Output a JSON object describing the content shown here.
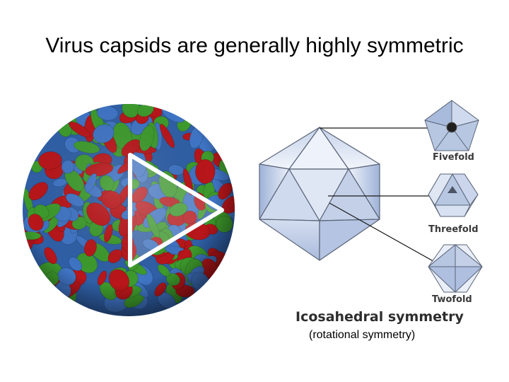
{
  "slide": {
    "title": "Virus capsids are generally highly symmetric"
  },
  "capsid_image": {
    "colors": {
      "green": "#3d9a2c",
      "red": "#b8161a",
      "blue": "#3f74c4"
    },
    "overlay_icon": "play-icon"
  },
  "diagram": {
    "labels": {
      "fivefold": "Fivefold",
      "threefold": "Threefold",
      "twofold": "Twofold"
    },
    "caption": "Icosahedral symmetry",
    "subcaption": "(rotational symmetry)",
    "colors": {
      "face_light": "#e8eef8",
      "face_mid": "#b7c7e2",
      "face_dark": "#8ea6cf",
      "edge": "#5a6478"
    }
  }
}
